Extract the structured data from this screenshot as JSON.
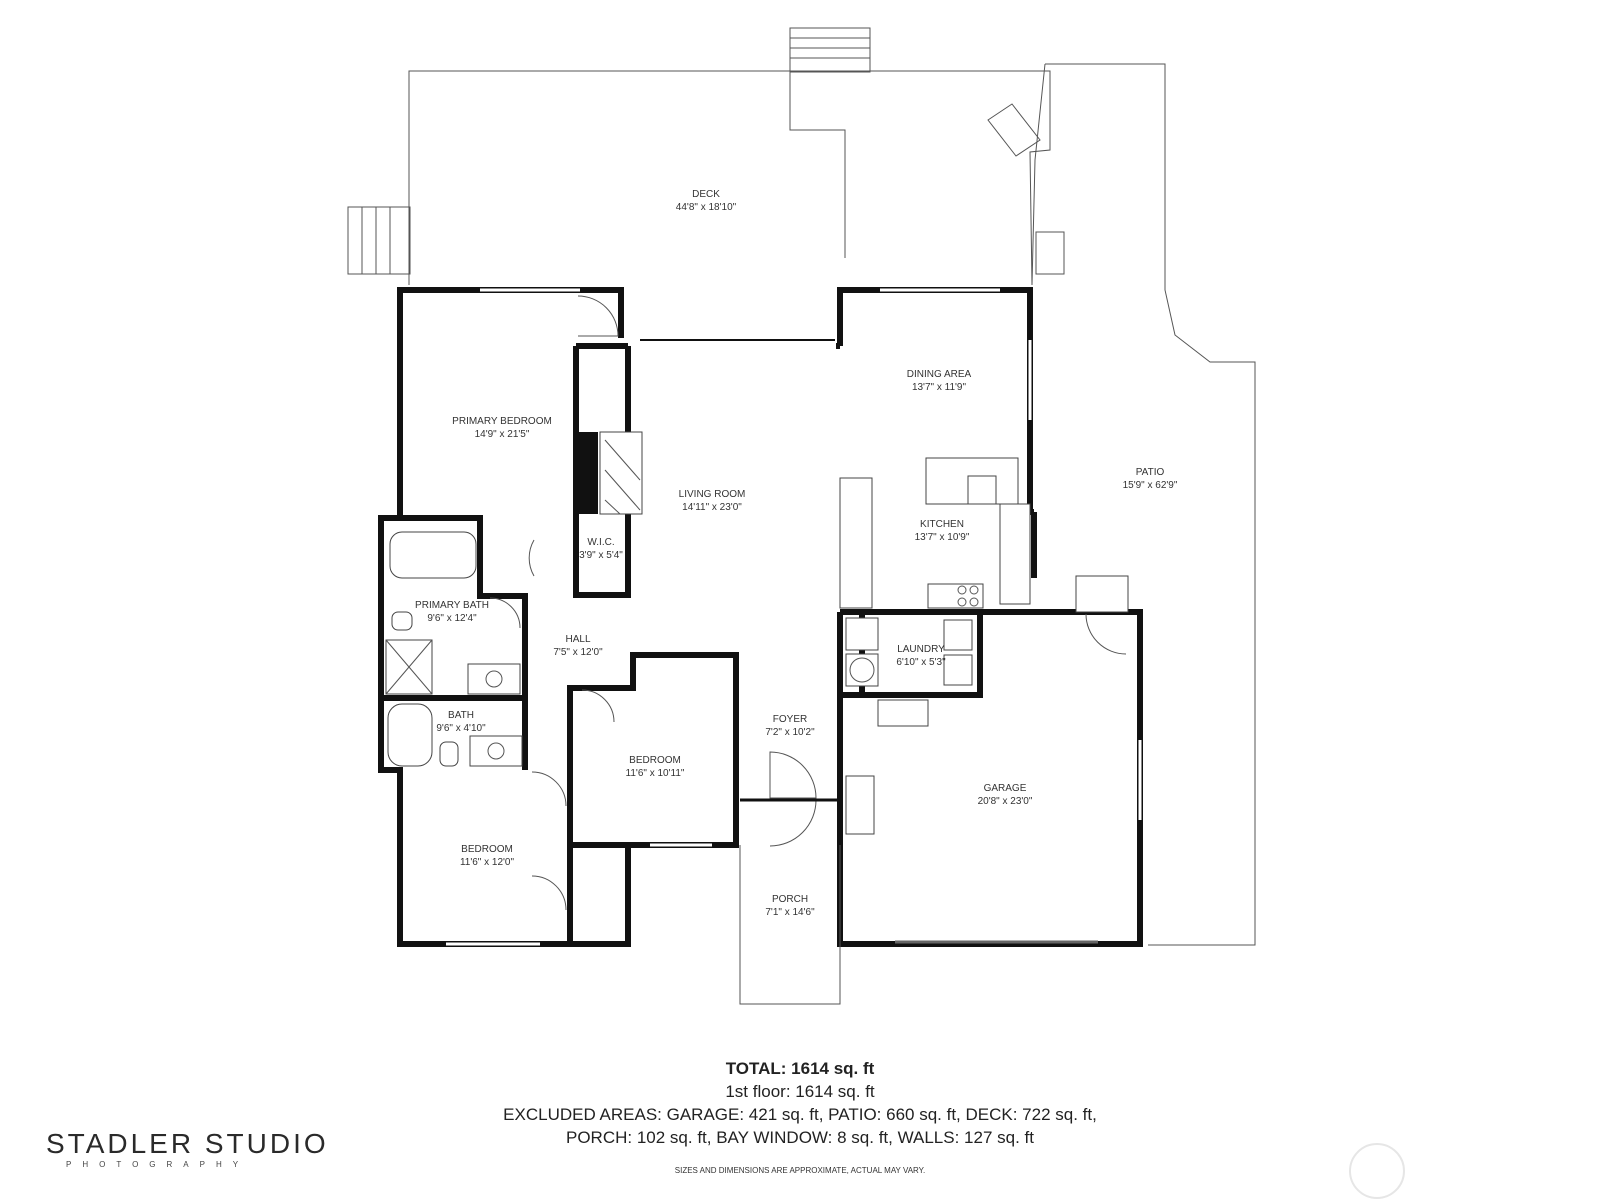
{
  "rooms": [
    {
      "name": "DECK",
      "dims": "44'8\" x 18'10\""
    },
    {
      "name": "PRIMARY BEDROOM",
      "dims": "14'9\" x 21'5\""
    },
    {
      "name": "DINING AREA",
      "dims": "13'7\" x 11'9\""
    },
    {
      "name": "LIVING ROOM",
      "dims": "14'11\" x 23'0\""
    },
    {
      "name": "PATIO",
      "dims": "15'9\" x 62'9\""
    },
    {
      "name": "KITCHEN",
      "dims": "13'7\" x 10'9\""
    },
    {
      "name": "W.I.C.",
      "dims": "3'9\" x 5'4\""
    },
    {
      "name": "PRIMARY BATH",
      "dims": "9'6\" x 12'4\""
    },
    {
      "name": "HALL",
      "dims": "7'5\" x 12'0\""
    },
    {
      "name": "LAUNDRY",
      "dims": "6'10\" x 5'3\""
    },
    {
      "name": "BATH",
      "dims": "9'6\" x 4'10\""
    },
    {
      "name": "FOYER",
      "dims": "7'2\" x 10'2\""
    },
    {
      "name": "BEDROOM",
      "dims": "11'6\" x 10'11\""
    },
    {
      "name": "GARAGE",
      "dims": "20'8\" x 23'0\""
    },
    {
      "name": "BEDROOM",
      "dims": "11'6\" x 12'0\""
    },
    {
      "name": "PORCH",
      "dims": "7'1\" x 14'6\""
    }
  ],
  "totals": {
    "total": "TOTAL: 1614 sq. ft",
    "floor": "1st floor: 1614 sq. ft",
    "excluded_1": "EXCLUDED AREAS: GARAGE: 421 sq. ft, PATIO: 660 sq. ft, DECK: 722 sq. ft,",
    "excluded_2": "PORCH: 102 sq. ft, BAY WINDOW: 8 sq. ft, WALLS: 127 sq. ft"
  },
  "disclaimer": "SIZES AND DIMENSIONS ARE APPROXIMATE, ACTUAL MAY VARY.",
  "brand": {
    "name": "STADLER STUDIO",
    "sub": "PHOTOGRAPHY"
  }
}
